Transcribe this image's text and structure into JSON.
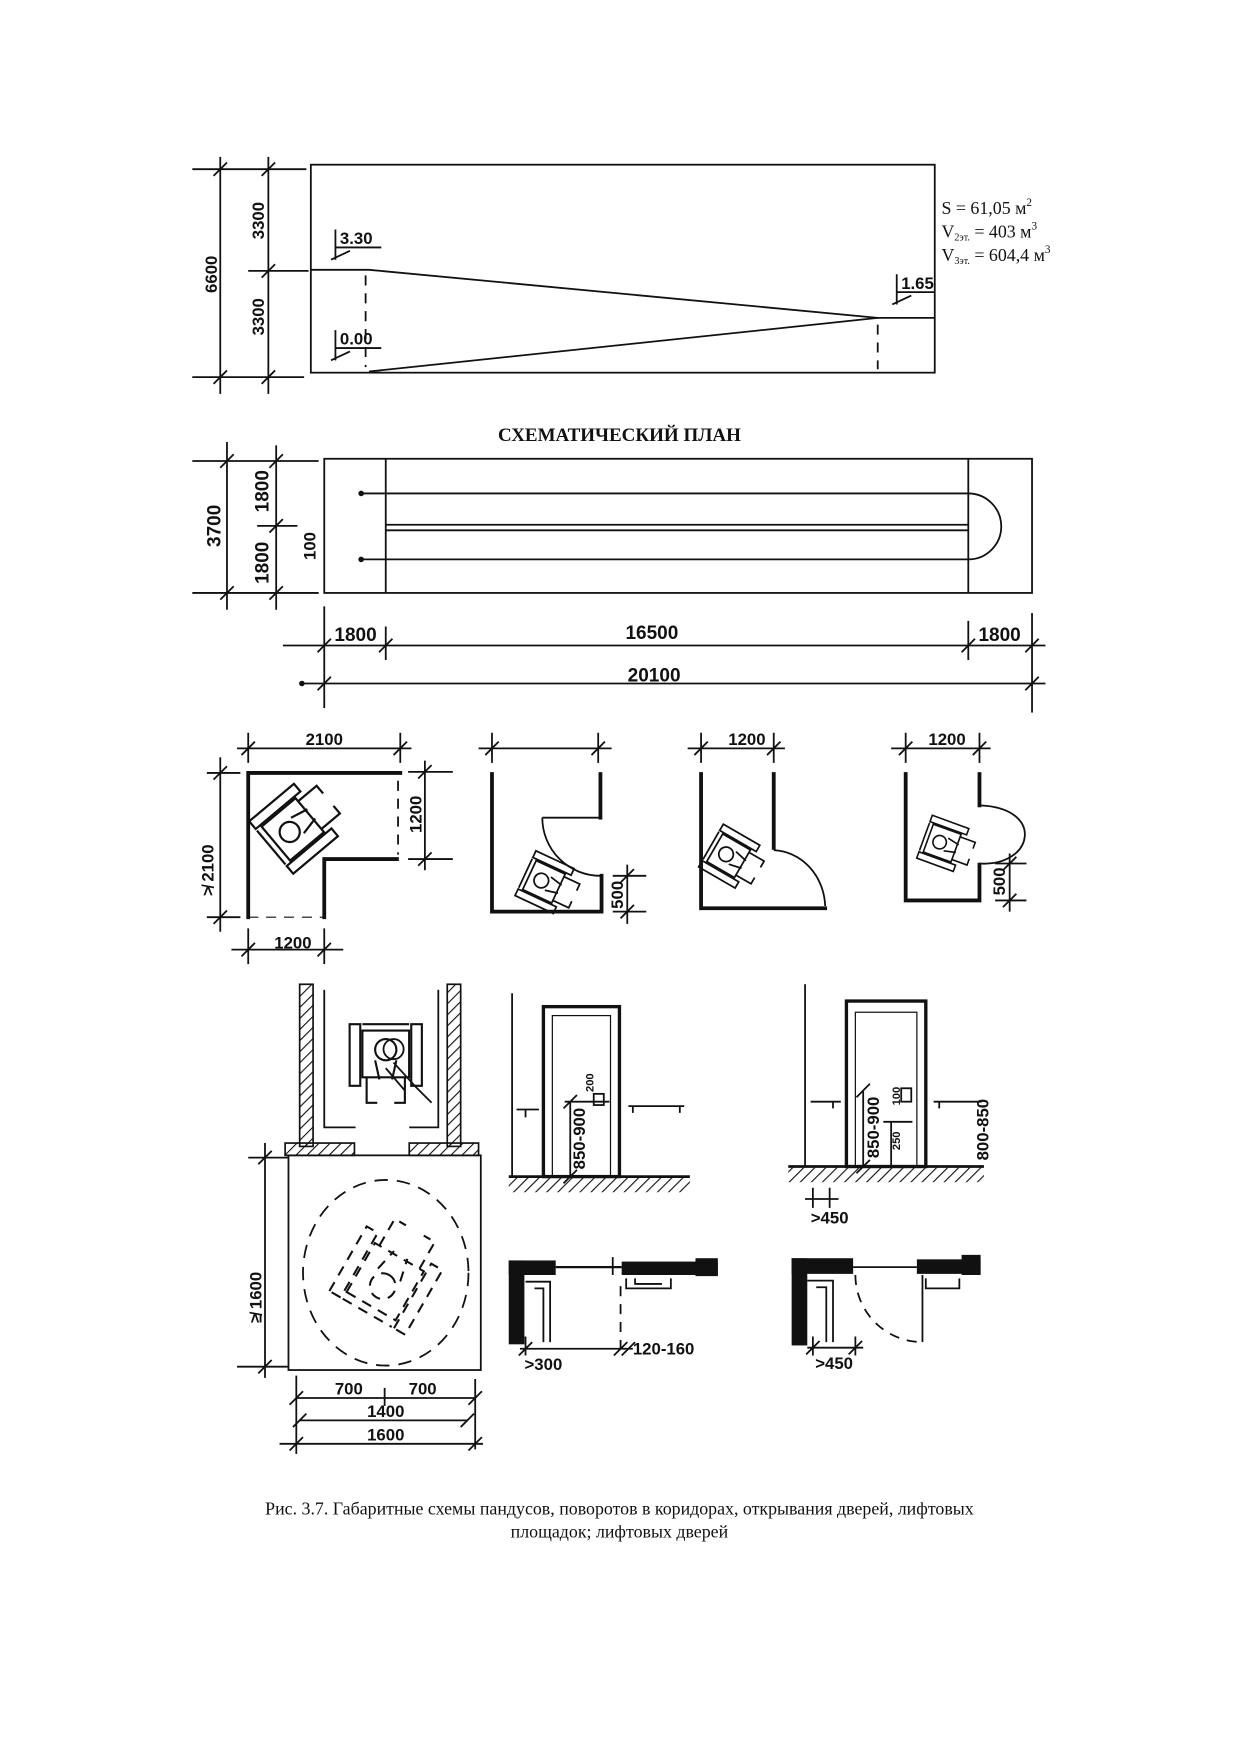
{
  "ramp_section": {
    "dims": {
      "total_height": "6600",
      "upper_height": "3300",
      "lower_height": "3300"
    },
    "levels": {
      "upper": "3.30",
      "bottom": "0.00",
      "middle": "1.65"
    },
    "area": {
      "text": "S = 61,05 м",
      "sup": "2"
    },
    "volume_2": {
      "symbol": "V",
      "sub": "2эт.",
      "value": " = 403 м",
      "sup": "3"
    },
    "volume_3": {
      "symbol": "V",
      "sub": "3эт.",
      "value": " = 604,4 м",
      "sup": "3"
    }
  },
  "plan": {
    "title": "СХЕМАТИЧЕСКИЙ ПЛАН",
    "dims": {
      "width_total": "3700",
      "lane_upper": "1800",
      "lane_lower": "1800",
      "divider": "100",
      "landing_left": "1800",
      "ramp_length": "16500",
      "landing_right": "1800",
      "length_total": "20100"
    }
  },
  "corridor_turns": {
    "l_turn": {
      "width_top": "2100",
      "opening_right": "1200",
      "depth_left": "≯ 2100",
      "opening_bottom": "1200"
    },
    "door_inward": {
      "clearance": "500"
    },
    "door_outward": {
      "width_top": "1200"
    },
    "door_side": {
      "width_top": "1200",
      "clearance": "500"
    }
  },
  "lift_platform": {
    "depth": "≱ 1600",
    "half_left": "700",
    "half_right": "700",
    "turn_diameter": "1400",
    "width": "1600"
  },
  "lift_doors": {
    "elevation_left": {
      "height": "850-900",
      "button": "200"
    },
    "elevation_right": {
      "button": "100",
      "lower": "250",
      "height": "850-900",
      "rail_height": "800-850",
      "side_clearance": ">450"
    },
    "plan_left": {
      "side_clearance": ">300",
      "gap": "120-160"
    },
    "plan_right": {
      "side_clearance": ">450"
    }
  },
  "caption": {
    "line1": "Рис. 3.7. Габаритные схемы пандусов, поворотов в коридорах, открывания дверей, лифтовых",
    "line2": "площадок; лифтовых дверей"
  }
}
